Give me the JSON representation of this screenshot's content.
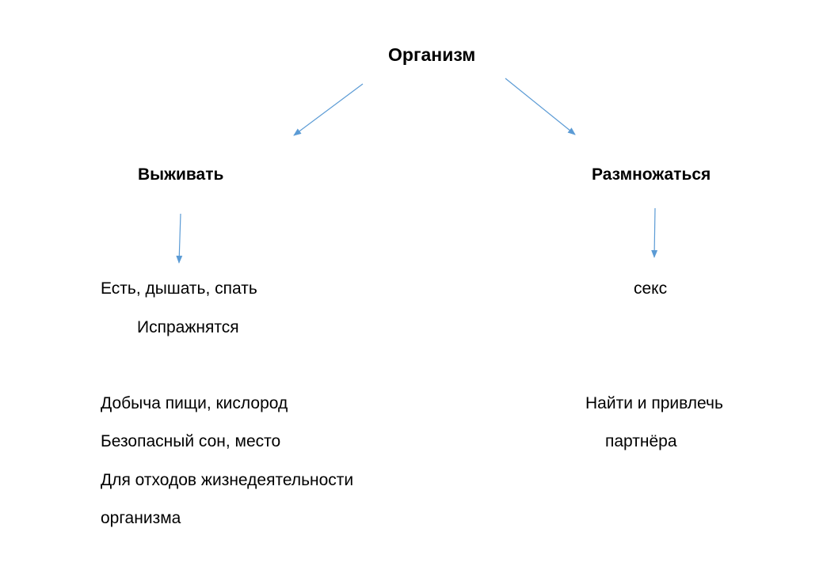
{
  "root": {
    "label": "Организм"
  },
  "branches": [
    {
      "heading": "Выживать",
      "need": [
        "Есть, дышать, спать",
        "Испражнятся"
      ],
      "details": [
        "Добыча пищи, кислород",
        "Безопасный сон, место",
        "Для отходов жизнедеятельности",
        "организма"
      ]
    },
    {
      "heading": "Размножаться",
      "need": [
        "секс"
      ],
      "details": [
        "Найти и привлечь",
        "партнёра"
      ]
    }
  ],
  "colors": {
    "arrow": "#5b9bd5",
    "text": "#000000"
  }
}
